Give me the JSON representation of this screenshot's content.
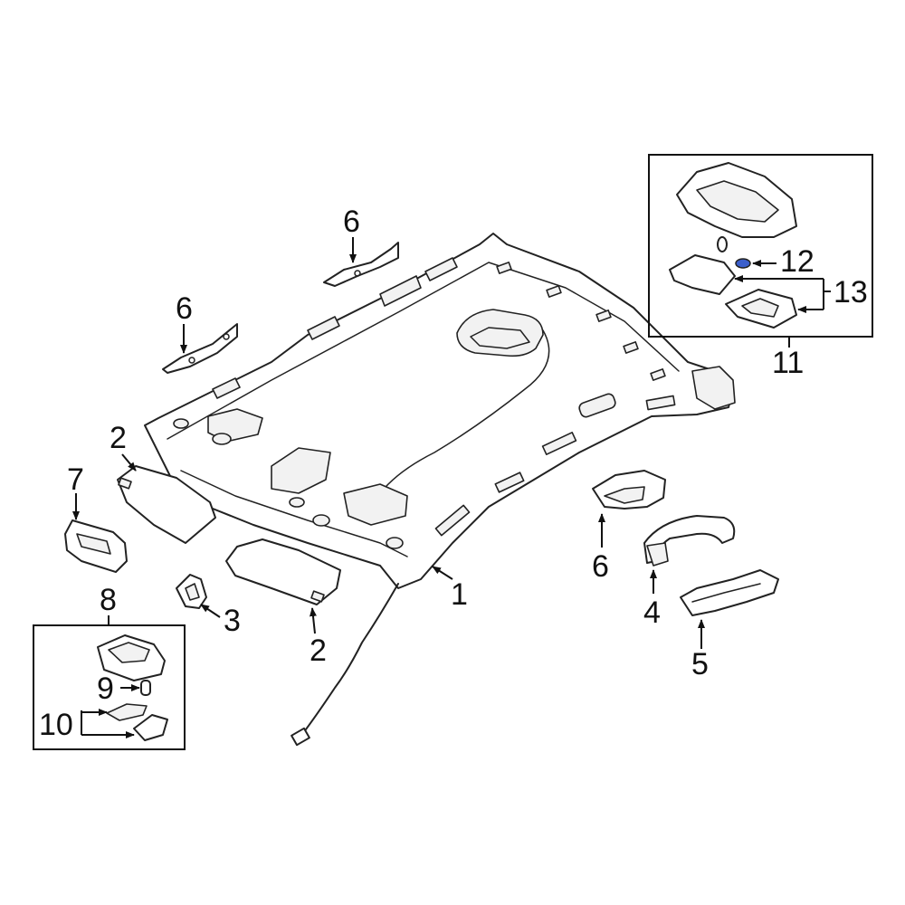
{
  "callouts": {
    "headliner": "1",
    "sunvisor_left": "2",
    "sunvisor_right": "2",
    "visor_bracket": "3",
    "grab_handle": "4",
    "handle_cover": "5",
    "reinforcement_upper": "6",
    "reinforcement_left": "6",
    "reinforcement_right": "6",
    "rear_lamp": "7",
    "rear_lamp_kit": "8",
    "rear_lamp_bulb": "9",
    "rear_lamp_lens": "10",
    "front_console_kit": "11",
    "front_console_bulb": "12",
    "front_console_lens": "13"
  },
  "colors": {
    "line": "#222222",
    "highlight_part": "#3b5fcc",
    "background": "#ffffff"
  }
}
